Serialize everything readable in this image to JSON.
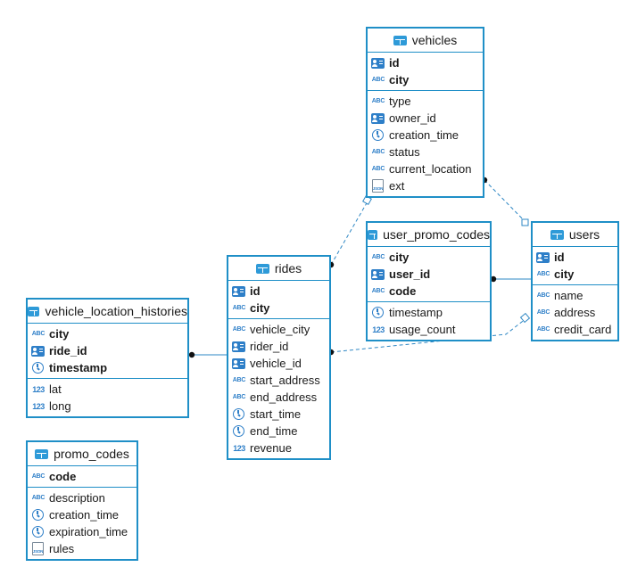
{
  "colors": {
    "accent": "#1f8fc7",
    "icon": "#2e7fc8",
    "link": "#2e87c4"
  },
  "tables": [
    {
      "id": "vehicles",
      "name": "vehicles",
      "sections": [
        [
          {
            "name": "id",
            "type": "pk",
            "key": true
          },
          {
            "name": "city",
            "type": "text",
            "key": true
          }
        ],
        [
          {
            "name": "type",
            "type": "text"
          },
          {
            "name": "owner_id",
            "type": "pk"
          },
          {
            "name": "creation_time",
            "type": "time"
          },
          {
            "name": "status",
            "type": "text"
          },
          {
            "name": "current_location",
            "type": "text"
          },
          {
            "name": "ext",
            "type": "json"
          }
        ]
      ]
    },
    {
      "id": "user_promo_codes",
      "name": "user_promo_codes",
      "sections": [
        [
          {
            "name": "city",
            "type": "text",
            "key": true
          },
          {
            "name": "user_id",
            "type": "pk",
            "key": true
          },
          {
            "name": "code",
            "type": "text",
            "key": true
          }
        ],
        [
          {
            "name": "timestamp",
            "type": "time"
          },
          {
            "name": "usage_count",
            "type": "num"
          }
        ]
      ]
    },
    {
      "id": "users",
      "name": "users",
      "sections": [
        [
          {
            "name": "id",
            "type": "pk",
            "key": true
          },
          {
            "name": "city",
            "type": "text",
            "key": true
          }
        ],
        [
          {
            "name": "name",
            "type": "text"
          },
          {
            "name": "address",
            "type": "text"
          },
          {
            "name": "credit_card",
            "type": "text"
          }
        ]
      ]
    },
    {
      "id": "rides",
      "name": "rides",
      "sections": [
        [
          {
            "name": "id",
            "type": "pk",
            "key": true
          },
          {
            "name": "city",
            "type": "text",
            "key": true
          }
        ],
        [
          {
            "name": "vehicle_city",
            "type": "text"
          },
          {
            "name": "rider_id",
            "type": "pk"
          },
          {
            "name": "vehicle_id",
            "type": "pk"
          },
          {
            "name": "start_address",
            "type": "text"
          },
          {
            "name": "end_address",
            "type": "text"
          },
          {
            "name": "start_time",
            "type": "time"
          },
          {
            "name": "end_time",
            "type": "time"
          },
          {
            "name": "revenue",
            "type": "num"
          }
        ]
      ]
    },
    {
      "id": "vehicle_location_histories",
      "name": "vehicle_location_histories",
      "sections": [
        [
          {
            "name": "city",
            "type": "text",
            "key": true
          },
          {
            "name": "ride_id",
            "type": "pk",
            "key": true
          },
          {
            "name": "timestamp",
            "type": "time",
            "key": true
          }
        ],
        [
          {
            "name": "lat",
            "type": "num"
          },
          {
            "name": "long",
            "type": "num"
          }
        ]
      ]
    },
    {
      "id": "promo_codes",
      "name": "promo_codes",
      "sections": [
        [
          {
            "name": "code",
            "type": "text",
            "key": true
          }
        ],
        [
          {
            "name": "description",
            "type": "text"
          },
          {
            "name": "creation_time",
            "type": "time"
          },
          {
            "name": "expiration_time",
            "type": "time"
          },
          {
            "name": "rules",
            "type": "json"
          }
        ]
      ]
    }
  ],
  "type_labels": {
    "text": "ABC",
    "num": "123",
    "json": "JSON"
  }
}
